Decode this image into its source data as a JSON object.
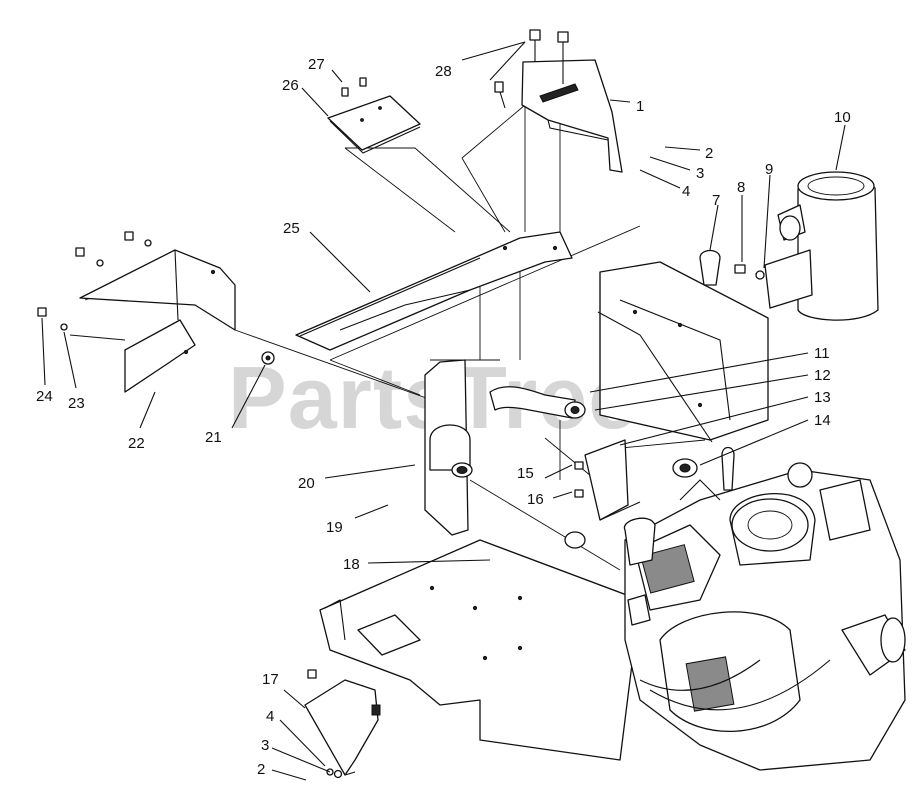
{
  "diagram": {
    "watermark": "PartsTree",
    "callouts": [
      {
        "id": "c1",
        "label": "1"
      },
      {
        "id": "c2a",
        "label": "2"
      },
      {
        "id": "c3a",
        "label": "3"
      },
      {
        "id": "c4a",
        "label": "4"
      },
      {
        "id": "c7",
        "label": "7"
      },
      {
        "id": "c8",
        "label": "8"
      },
      {
        "id": "c9",
        "label": "9"
      },
      {
        "id": "c10",
        "label": "10"
      },
      {
        "id": "c11",
        "label": "11"
      },
      {
        "id": "c12",
        "label": "12"
      },
      {
        "id": "c13",
        "label": "13"
      },
      {
        "id": "c14",
        "label": "14"
      },
      {
        "id": "c15",
        "label": "15"
      },
      {
        "id": "c16",
        "label": "16"
      },
      {
        "id": "c17",
        "label": "17"
      },
      {
        "id": "c4b",
        "label": "4"
      },
      {
        "id": "c3b",
        "label": "3"
      },
      {
        "id": "c2b",
        "label": "2"
      },
      {
        "id": "c18",
        "label": "18"
      },
      {
        "id": "c19",
        "label": "19"
      },
      {
        "id": "c20",
        "label": "20"
      },
      {
        "id": "c21",
        "label": "21"
      },
      {
        "id": "c22",
        "label": "22"
      },
      {
        "id": "c23",
        "label": "23"
      },
      {
        "id": "c24",
        "label": "24"
      },
      {
        "id": "c25",
        "label": "25"
      },
      {
        "id": "c26",
        "label": "26"
      },
      {
        "id": "c27",
        "label": "27"
      },
      {
        "id": "c28",
        "label": "28"
      }
    ]
  }
}
